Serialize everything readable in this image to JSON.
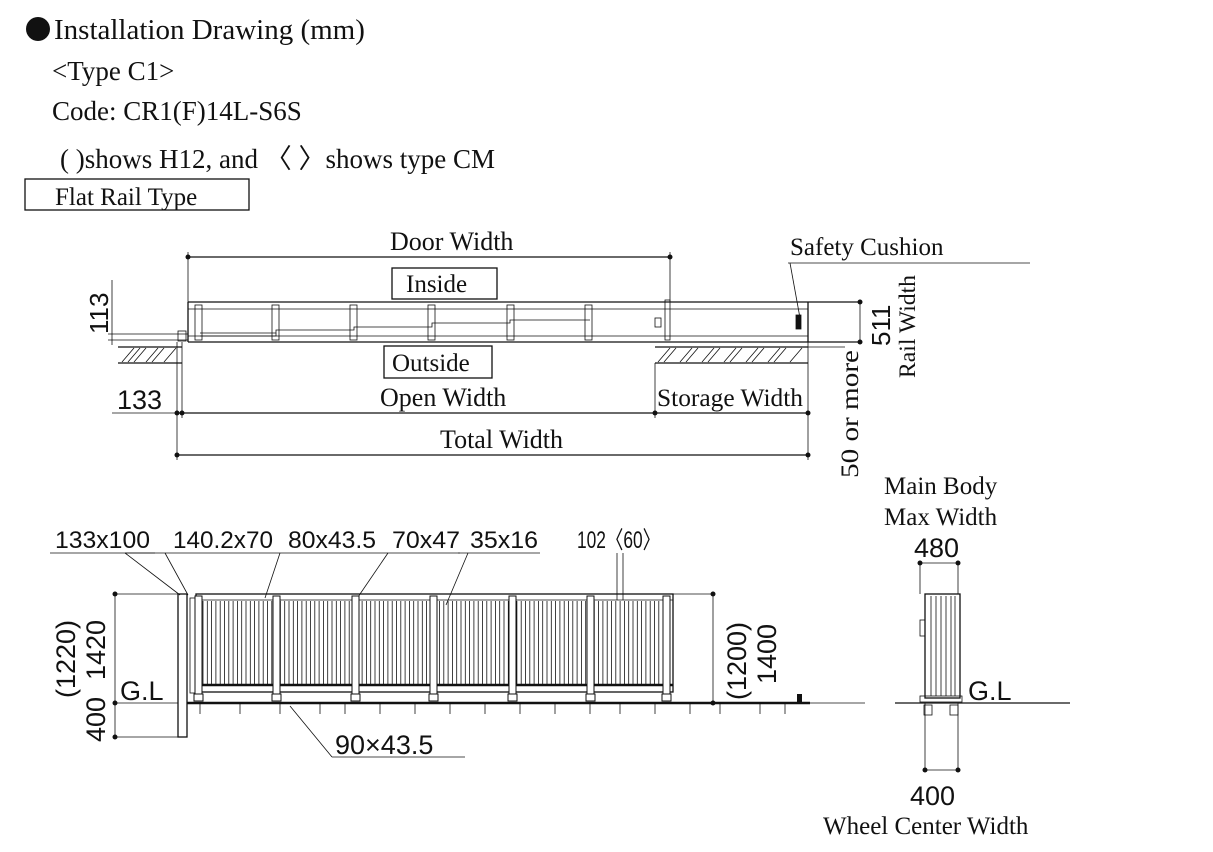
{
  "header": {
    "title": "Installation Drawing (mm)",
    "type": "<Type C1>",
    "code": "Code: CR1(F)14L-S6S",
    "note": "(   )shows H12, and 〈   〉shows type CM",
    "rail_type": "Flat Rail Type"
  },
  "plan": {
    "door_width": "Door Width",
    "inside": "Inside",
    "outside": "Outside",
    "safety_cushion": "Safety Cushion",
    "dim_113": "113",
    "dim_133": "133",
    "dim_511": "511",
    "rail_width": "Rail Width",
    "clearance": "50 or more",
    "open_width": "Open Width",
    "storage_width": "Storage Width",
    "total_width": "Total Width"
  },
  "elevation": {
    "post": "133x100",
    "frame1": "140.2x70",
    "frame2": "80x43.5",
    "frame3": "70x47",
    "slat": "35x16",
    "top": "102〈60〉",
    "bottom_rail": "90×43.5",
    "left_h12": "(1220)",
    "left_h14": "1420",
    "embed": "400",
    "gl": "G.L",
    "right_h12": "(1200)",
    "right_h14": "1400"
  },
  "side": {
    "main_body": "Main Body",
    "max_width": "Max Width",
    "dim_480": "480",
    "gl": "G.L",
    "dim_400": "400",
    "wheel_center": "Wheel Center Width"
  }
}
